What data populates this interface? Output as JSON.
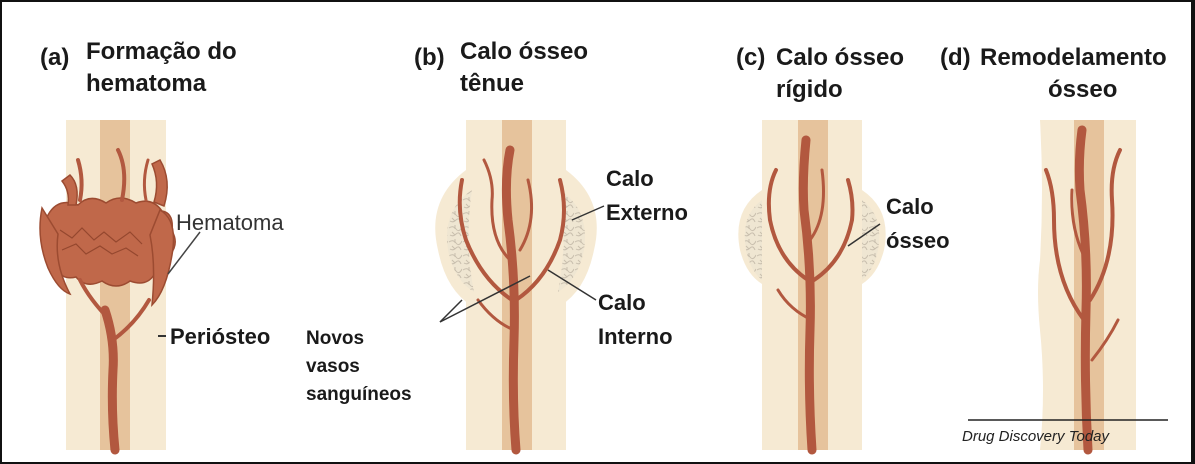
{
  "panels": [
    {
      "id": "a",
      "letter": "(a)",
      "title_line1": "Formação do",
      "title_line2": "hematoma"
    },
    {
      "id": "b",
      "letter": "(b)",
      "title_line1": "Calo ósseo",
      "title_line2": "tênue"
    },
    {
      "id": "c",
      "letter": "(c)",
      "title_line1": "Calo ósseo",
      "title_line2": "rígido"
    },
    {
      "id": "d",
      "letter": "(d)",
      "title_line1": "Remodelamento",
      "title_line2": "ósseo"
    }
  ],
  "labels": {
    "hematoma": "Hematoma",
    "periosteo": "Periósteo",
    "novos_vasos_line1": "Novos",
    "novos_vasos_line2": "vasos",
    "novos_vasos_line3": "sanguíneos",
    "calo_externo_line1": "Calo",
    "calo_externo_line2": "Externo",
    "calo_interno_line1": "Calo",
    "calo_interno_line2": "Interno",
    "calo_osseo_line1": "Calo",
    "calo_osseo_line2": "ósseo"
  },
  "credit": "Drug Discovery Today",
  "colors": {
    "bone": "#f6ead3",
    "marrow": "#e6c39c",
    "vessel": "#b2583f",
    "hematoma": "#c0684a",
    "callus": "#ece2cd",
    "border": "#111111"
  }
}
